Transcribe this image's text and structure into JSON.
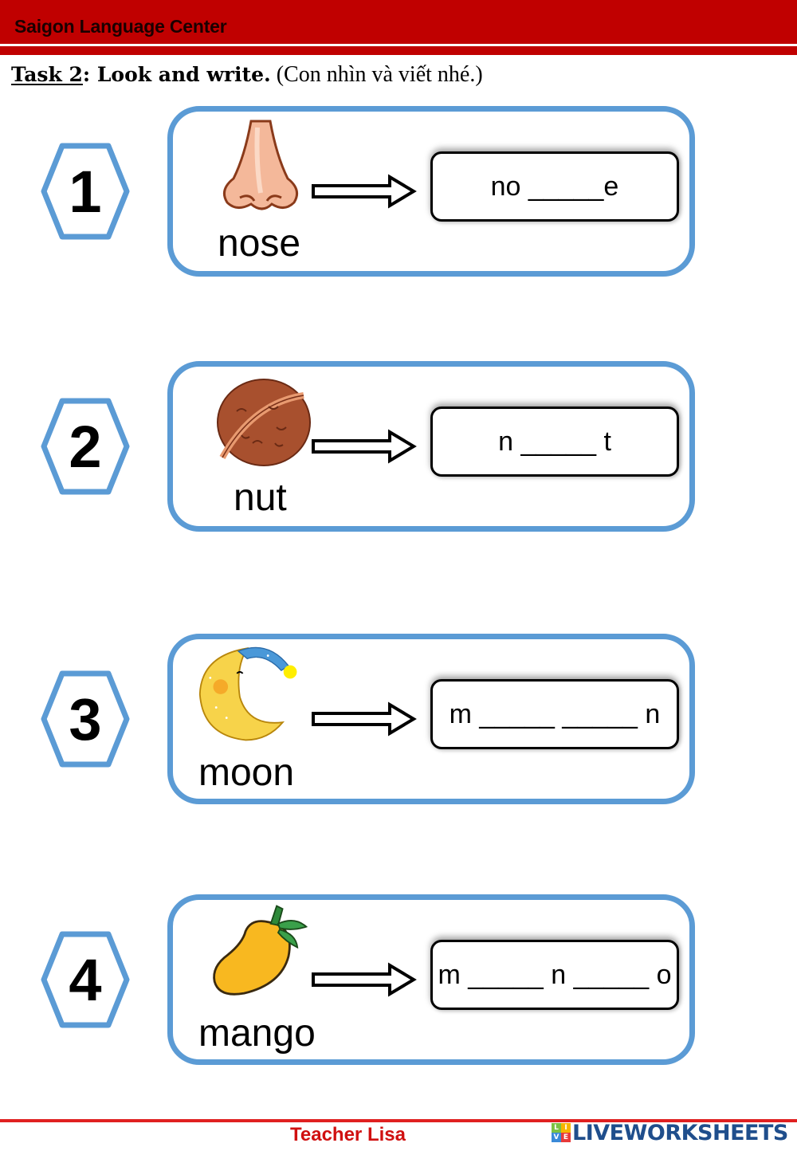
{
  "header": {
    "organization": "Saigon Language Center",
    "accent_color": "#c00000"
  },
  "task": {
    "label": "Task 2",
    "colon": ":",
    "instruction": " Look and write.",
    "translation": " (Con nhìn và viết nhé.)"
  },
  "items": [
    {
      "number": "1",
      "word": "nose",
      "picture_icon": "nose-icon",
      "answer_pattern": "no _____e"
    },
    {
      "number": "2",
      "word": "nut",
      "picture_icon": "walnut-icon",
      "answer_pattern": "n _____ t"
    },
    {
      "number": "3",
      "word": "moon",
      "picture_icon": "crescent-moon-icon",
      "answer_pattern": "m _____ _____ n"
    },
    {
      "number": "4",
      "word": "mango",
      "picture_icon": "mango-icon",
      "answer_pattern": "m _____ n _____ o"
    }
  ],
  "card_border_color": "#5b9bd5",
  "footer": {
    "teacher": "Teacher Lisa",
    "brand": "LIVEWORKSHEETS",
    "brand_logo_letters": [
      "L",
      "I",
      "V",
      "E"
    ]
  }
}
